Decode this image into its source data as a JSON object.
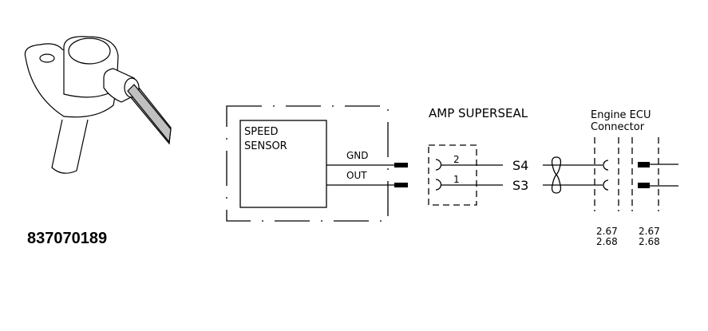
{
  "part_number": "837070189",
  "sensor_block": {
    "title_line1": "SPEED",
    "title_line2": "SENSOR",
    "pins": [
      {
        "name": "GND"
      },
      {
        "name": "OUT"
      }
    ]
  },
  "amp_connector": {
    "title": "AMP  SUPERSEAL",
    "pins": [
      {
        "number": "2",
        "circuit": "S4"
      },
      {
        "number": "1",
        "circuit": "S3"
      }
    ]
  },
  "ecu_connector": {
    "title_line1": "Engine ECU",
    "title_line2": "Connector",
    "refs_left": [
      "2.67",
      "2.68"
    ],
    "refs_right": [
      "2.67",
      "2.68"
    ]
  },
  "colors": {
    "line": "#000000",
    "cable": "#c0c0c0"
  }
}
